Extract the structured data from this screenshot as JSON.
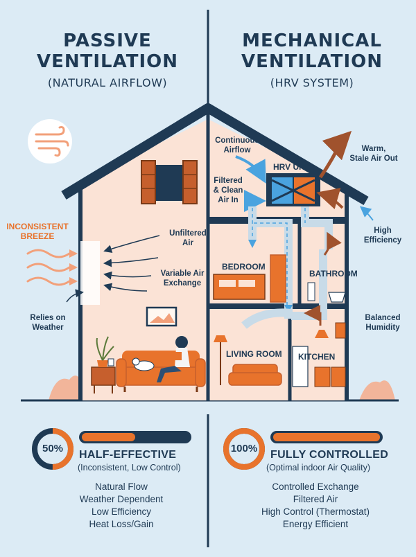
{
  "titles": {
    "left": {
      "line1": "PASSIVE",
      "line2": "VENTILATION",
      "subtitle": "(NATURAL AIRFLOW)"
    },
    "right": {
      "line1": "MECHANICAL",
      "line2": "VENTILATION",
      "subtitle": "(HRV SYSTEM)"
    }
  },
  "passive_labels": {
    "inconsistent": "INCONSISTENT",
    "breeze": "BREEZE",
    "unfiltered_1": "Unfiltered",
    "unfiltered_2": "Air",
    "variable_1": "Variable Air",
    "variable_2": "Exchange",
    "relies_1": "Relies on",
    "relies_2": "Weather"
  },
  "hrv_labels": {
    "continuous_1": "Continuous",
    "continuous_2": "Airflow",
    "hrv_unit": "HRV UNIT",
    "warm_1": "Warm,",
    "warm_2": "Stale Air Out",
    "filtered_1": "Filtered",
    "filtered_2": "& Clean",
    "filtered_3": "Air In",
    "high_1": "High",
    "high_2": "Efficiency",
    "balanced_1": "Balanced",
    "balanced_2": "Humidity"
  },
  "rooms": {
    "bedroom": "BEDROOM",
    "bathroom": "BATHROOM",
    "living_room": "LIVING ROOM",
    "kitchen": "KITCHEN"
  },
  "comparison": {
    "passive": {
      "percent_label": "50%",
      "effectiveness": 0.5,
      "status": "HALF-EFFECTIVE",
      "detail": "(Inconsistent, Low Control)",
      "features": [
        "Natural Flow",
        "Weather Dependent",
        "Low Efficiency",
        "Heat Loss/Gain"
      ]
    },
    "mechanical": {
      "percent_label": "100%",
      "effectiveness": 1.0,
      "status": "FULLY CONTROLLED",
      "detail": "(Optimal indoor Air Quality)",
      "features": [
        "Controlled Exchange",
        "Filtered Air",
        "High Control (Thermostat)",
        "Energy Efficient"
      ]
    }
  },
  "colors": {
    "background": "#dcebf5",
    "navy": "#1f3a54",
    "orange": "#e8732c",
    "blue_arrow": "#4aa3df",
    "warm_arrow": "#a0522d",
    "house_wall": "#fbe3d6"
  }
}
